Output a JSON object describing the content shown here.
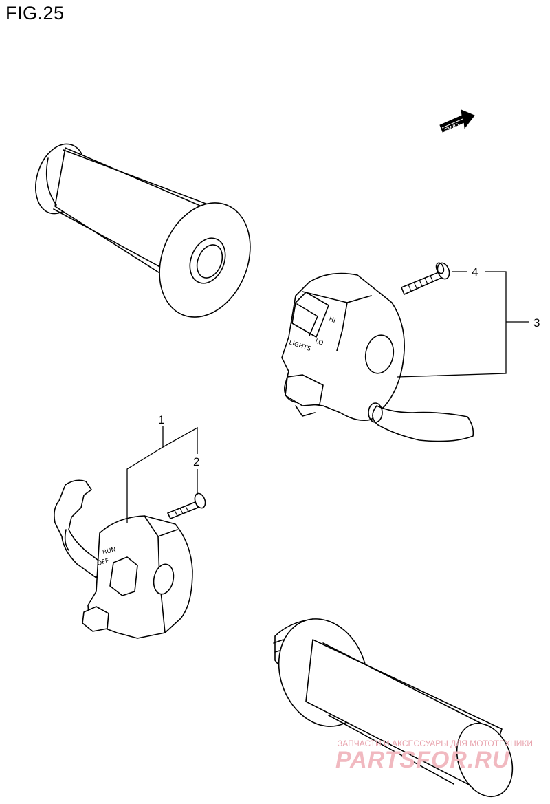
{
  "figure": {
    "title": "FIG.25",
    "direction_label": "FWD"
  },
  "callouts": [
    {
      "id": "1",
      "label": "1"
    },
    {
      "id": "2",
      "label": "2"
    },
    {
      "id": "3",
      "label": "3"
    },
    {
      "id": "4",
      "label": "4"
    }
  ],
  "switch_labels": {
    "hi": "HI",
    "lo": "LO",
    "lights": "LIGHTS",
    "ign_off": "OFF",
    "ign_run": "RUN"
  },
  "watermark": {
    "caption": "ЗАПЧАСТИ И АКСЕССУАРЫ ДЛЯ МОТОТЕХНИКИ",
    "logo": "PARTSFOR.RU"
  }
}
